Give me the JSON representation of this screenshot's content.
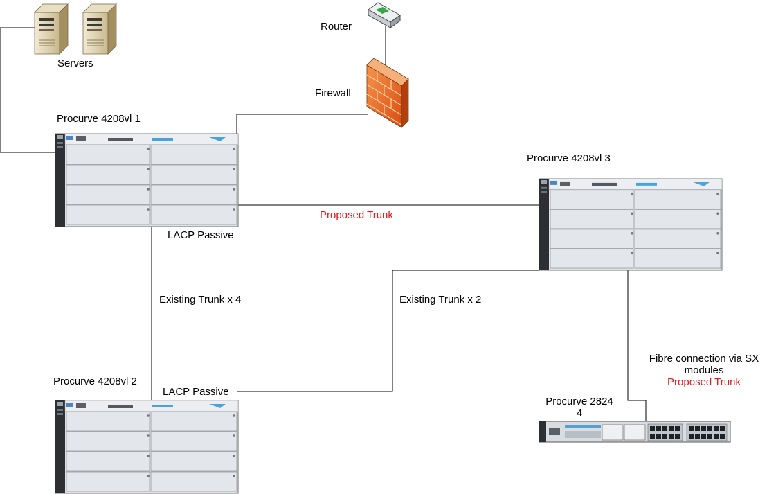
{
  "labels": {
    "servers": "Servers",
    "router": "Router",
    "firewall": "Firewall",
    "switch1": "Procurve 4208vl 1",
    "switch2": "Procurve 4208vl 2",
    "switch3": "Procurve 4208vl 3",
    "switch4_line1": "Procurve 2824",
    "switch4_line2": "4",
    "proposed_trunk_top": "Proposed Trunk",
    "lacp_passive_1": "LACP Passive",
    "lacp_passive_2": "LACP Passive",
    "existing_trunk_4": "Existing Trunk x 4",
    "existing_trunk_2": "Existing Trunk x 2",
    "fibre_line1": "Fibre connection via SX",
    "fibre_line2": "modules",
    "proposed_trunk_fibre": "Proposed Trunk"
  },
  "colors": {
    "proposed": "#e01b1b",
    "link": "#000000",
    "chassis": "#d6dadf",
    "firewall": "#f26a21"
  },
  "icons": [
    "server-icon",
    "router-icon",
    "firewall-icon",
    "chassis-switch-icon",
    "stackable-switch-icon"
  ]
}
